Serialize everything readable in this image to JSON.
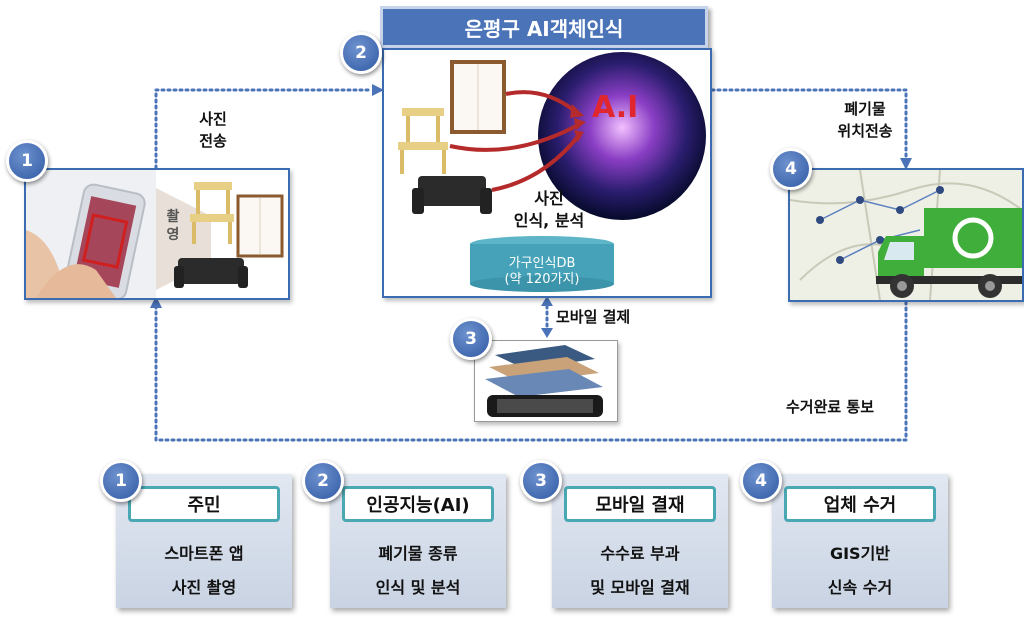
{
  "title": "은평구 AI객체인식",
  "steps": {
    "n1": "1",
    "n2": "2",
    "n3": "3",
    "n4": "4"
  },
  "flow": {
    "photo_send": [
      "사진",
      "전송"
    ],
    "waste_location": [
      "폐기물",
      "위치전송"
    ],
    "photo_analysis": [
      "사진",
      "인식, 분석"
    ],
    "mobile_payment": "모바일 결제",
    "collection_done": "수거완료 통보",
    "shoot": [
      "촬",
      "영"
    ]
  },
  "db": {
    "line1": "가구인식DB",
    "line2": "(약 120가지)"
  },
  "ai_text": "A.I",
  "cards": [
    {
      "num": "1",
      "head": "주민",
      "line1": "스마트폰 앱",
      "line2": "사진 촬영"
    },
    {
      "num": "2",
      "head": "인공지능(AI)",
      "line1": "폐기물 종류",
      "line2": "인식 및 분석"
    },
    {
      "num": "3",
      "head": "모바일 결재",
      "line1": "수수료 부과",
      "line2": "및 모바일 결재"
    },
    {
      "num": "4",
      "head": "업체 수거",
      "line1": "GIS기반",
      "line2": "신속 수거"
    }
  ],
  "colors": {
    "accent": "#4a73b8",
    "teal": "#4aa8b3",
    "dots": "#4a73b8"
  }
}
